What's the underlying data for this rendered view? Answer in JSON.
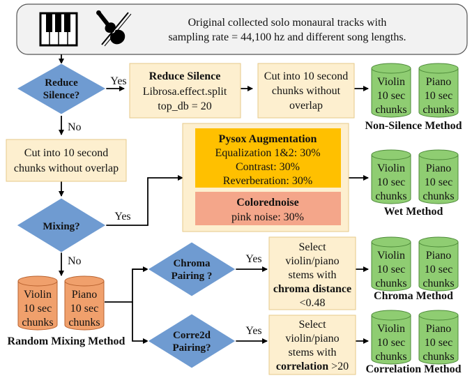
{
  "header": {
    "line1": "Original collected solo monaural tracks with",
    "line2": "sampling rate = 44,100 hz and different song lengths.",
    "icons": [
      "piano-keyboard-icon",
      "violin-icon"
    ]
  },
  "decisions": {
    "reduce_silence": [
      "Reduce",
      "Silence?"
    ],
    "mixing": "Mixing?",
    "chroma": [
      "Chroma",
      "Pairing ?"
    ],
    "corre2d": [
      "Corre2d",
      "Pairing?"
    ]
  },
  "edge_labels": {
    "yes": "Yes",
    "no": "No"
  },
  "steps": {
    "reduce_silence": {
      "title": "Reduce Silence",
      "lines": [
        "Librosa.effect.split",
        "top_db = 20"
      ]
    },
    "cut_top": [
      "Cut into 10 second",
      "chunks without",
      "overlap"
    ],
    "cut_left": [
      "Cut into 10 second",
      "chunks without overlap"
    ],
    "pysox": {
      "title": "Pysox Augmentation",
      "lines": [
        "Equalization 1&2: 30%",
        "Contrast: 30%",
        "Reverberation: 30%"
      ]
    },
    "colorednoise": {
      "title": "Colorednoise",
      "lines": [
        "pink noise: 30%"
      ]
    },
    "chroma_select": {
      "lines": [
        "Select",
        "violin/piano",
        "stems with"
      ],
      "bold": "chroma distance",
      "tail": "<0.48"
    },
    "corr_select": {
      "lines": [
        "Select",
        "violin/piano",
        "stems with"
      ],
      "bold": "correlation",
      "tail": " >20"
    }
  },
  "chunks": {
    "violin": [
      "Violin",
      "10 sec",
      "chunks"
    ],
    "piano": [
      "Piano",
      "10 sec",
      "chunks"
    ]
  },
  "methods": {
    "non_silence": "Non-Silence Method",
    "wet": "Wet Method",
    "random": "Random Mixing Method",
    "chroma": "Chroma Method",
    "correlation": "Correlation Method"
  },
  "colors": {
    "diamond": "#6f9bd1",
    "process": "#fdefcf",
    "process_stroke": "#e6c98a",
    "pysox": "#ffc000",
    "colorednoise": "#f4a68a",
    "green_cyl": "#8fcd72",
    "orange_cyl": "#f0a06c"
  }
}
